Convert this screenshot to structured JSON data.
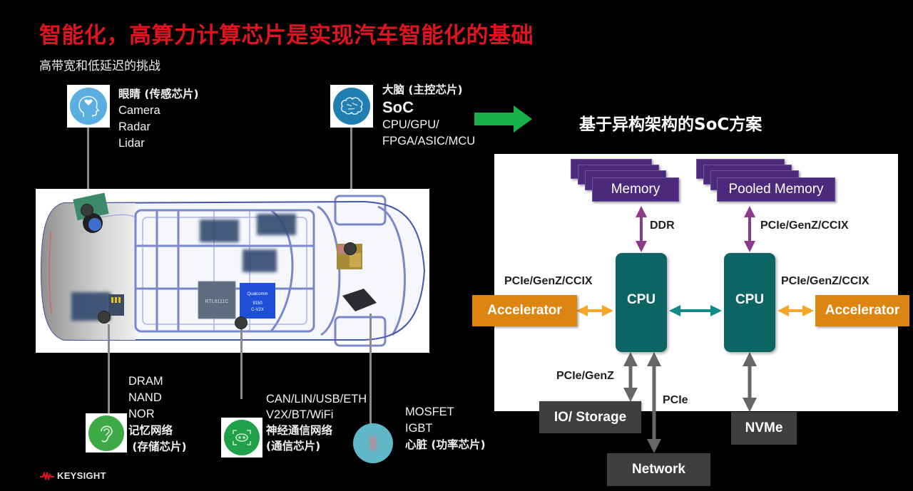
{
  "header": {
    "title": "智能化，高算力计算芯片是实现汽车智能化的基础",
    "subtitle": "高带宽和低延迟的挑战"
  },
  "callouts": {
    "eyes": {
      "icon": "head-heart-icon",
      "heading": "眼睛 (传感芯片)",
      "lines": [
        "Camera",
        "Radar",
        "Lidar"
      ],
      "color": "#5aaee0"
    },
    "brain": {
      "icon": "brain-icon",
      "heading": "大脑 (主控芯片)",
      "main": "SoC",
      "lines": [
        "CPU/GPU/",
        "FPGA/ASIC/MCU"
      ],
      "color": "#1f7fb0"
    },
    "memory": {
      "icon": "ear-icon",
      "lines": [
        "DRAM",
        "NAND",
        "NOR"
      ],
      "heading": "记忆网络",
      "sub": " (存储芯片)",
      "color": "#3daa45"
    },
    "network": {
      "icon": "eye-scan-icon",
      "lines": [
        "CAN/LIN/USB/ETH",
        "V2X/BT/WiFi"
      ],
      "heading": "神经通信网络",
      "sub": "(通信芯片)",
      "color": "#21a04a"
    },
    "power": {
      "icon": "heart-icon",
      "lines": [
        "MOSFET",
        "IGBT"
      ],
      "heading": "心脏 (功率芯片)",
      "color": "#5fb7c8"
    }
  },
  "car": {
    "chip_label_1": "Qualcomm",
    "chip_label_2": "9150",
    "chip_label_3": "C-V2X"
  },
  "diagram": {
    "title": "基于异构架构的SoC方案",
    "memory_left": "Memory",
    "memory_right": "Pooled Memory",
    "ddr_label": "DDR",
    "pcie_top_right": "PCIe/GenZ/CCIX",
    "pcie_left": "PCIe/GenZ/CCIX",
    "pcie_right": "PCIe/GenZ/CCIX",
    "cpu_left": "CPU",
    "cpu_right": "CPU",
    "accel_left": "Accelerator",
    "accel_right": "Accelerator",
    "pcie_genz": "PCIe/GenZ",
    "pcie": "PCIe",
    "io_storage": "IO/ Storage",
    "network": "Network",
    "nvme": "NVMe",
    "colors": {
      "memory": "#4b2a7b",
      "memory_arrow": "#8e3a8c",
      "cpu": "#0c6464",
      "cpu_link": "#138a8a",
      "accelerator": "#dc8510",
      "accel_arrow": "#f4a52a",
      "io_box": "#3f3f3f",
      "io_arrow": "#666666"
    }
  },
  "footer": {
    "brand": "KEYSIGHT",
    "brand_color": "#e0141e"
  }
}
